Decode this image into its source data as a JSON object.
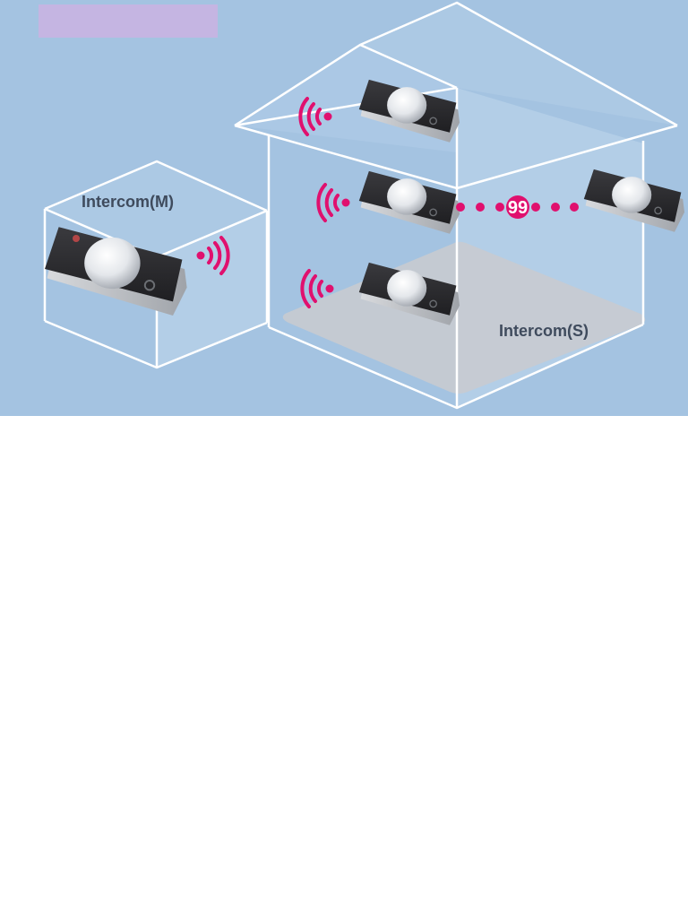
{
  "diagram": {
    "colors": {
      "background": "#a4c3e1",
      "wall_line": "#ffffff",
      "wireless_accent": "#e0106e",
      "floor_fill": "#c8cbd0",
      "title_bar": "#c5b5e2",
      "device_body": "#2b2b2e",
      "device_knob": "#e9ebee",
      "label_text": "#3f4b5d"
    },
    "labels": {
      "master": "Intercom(M)",
      "slave": "Intercom(S)",
      "link_badge": "99"
    },
    "icons": [
      "wifi-signal-icon",
      "intercom-device-icon",
      "wired-link-dots-icon"
    ]
  }
}
